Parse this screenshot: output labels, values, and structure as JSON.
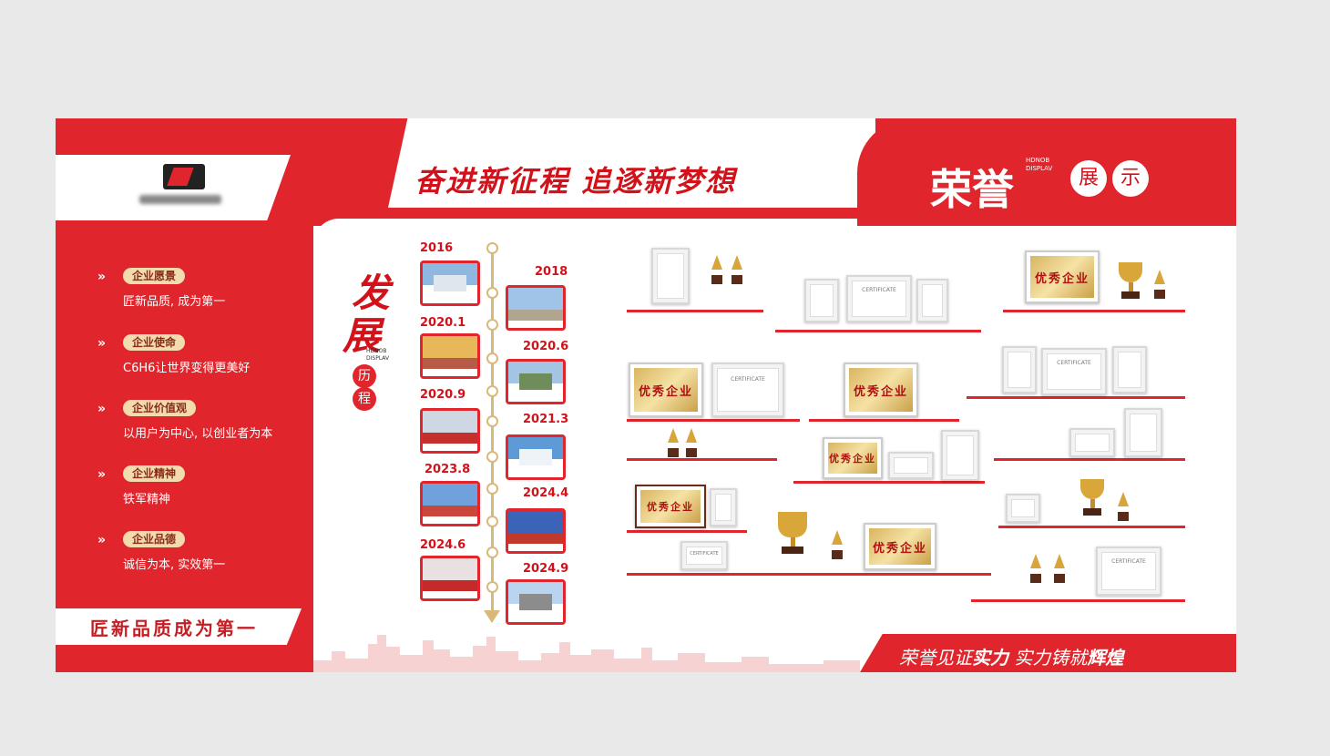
{
  "left": {
    "items": [
      {
        "label": "企业愿景",
        "desc": "匠新品质, 成为第一"
      },
      {
        "label": "企业使命",
        "desc": "C6H6让世界变得更美好"
      },
      {
        "label": "企业价值观",
        "desc": "以用户为中心, 以创业者为本"
      },
      {
        "label": "企业精神",
        "desc": "铁军精神"
      },
      {
        "label": "企业品德",
        "desc": "诚信为本, 实效第一"
      }
    ],
    "chevron": "»",
    "slogan": "匠新品质成为第一"
  },
  "header": {
    "headline": "奋进新征程 追逐新梦想",
    "honor_title": "荣誉",
    "honor_en": [
      "HDNOB",
      "DISPLAV"
    ],
    "honor_circles": [
      "展",
      "示"
    ]
  },
  "development": {
    "title1": "发",
    "title2": "展",
    "en": [
      "HDNOB",
      "DISPLAV"
    ],
    "circles": [
      "历",
      "程"
    ],
    "timeline": [
      {
        "year": "2016",
        "side": "left"
      },
      {
        "year": "2018",
        "side": "right"
      },
      {
        "year": "2020.1",
        "side": "left"
      },
      {
        "year": "2020.6",
        "side": "right"
      },
      {
        "year": "2020.9",
        "side": "left"
      },
      {
        "year": "2021.3",
        "side": "right"
      },
      {
        "year": "2023.8",
        "side": "left"
      },
      {
        "year": "2024.4",
        "side": "right"
      },
      {
        "year": "2024.6",
        "side": "left"
      },
      {
        "year": "2024.9",
        "side": "right"
      }
    ]
  },
  "awards": {
    "excellent_label": "优秀企业",
    "certificate_label": "CERTIFICATE"
  },
  "footer": {
    "slogan_part1": "荣誉见证",
    "slogan_bold1": "实力",
    "slogan_part2": " 实力铸就",
    "slogan_bold2": "辉煌"
  },
  "colors": {
    "accent": "#e0262c",
    "gold": "#d9b87a",
    "pill": "#f2dcaf"
  }
}
